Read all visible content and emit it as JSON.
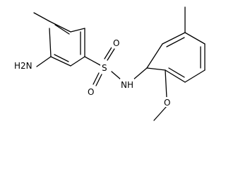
{
  "molecule": {
    "atoms": {
      "amine": "H2N",
      "sulfonyl_oxygen_top": "O",
      "sulfonyl_oxygen_bottom": "O",
      "sulfur": "S",
      "amide_n": "N",
      "amide_h": "H",
      "ether_o": "O"
    },
    "colors": {
      "bond": "#000000",
      "label": "#000000",
      "background": "#ffffff"
    }
  }
}
